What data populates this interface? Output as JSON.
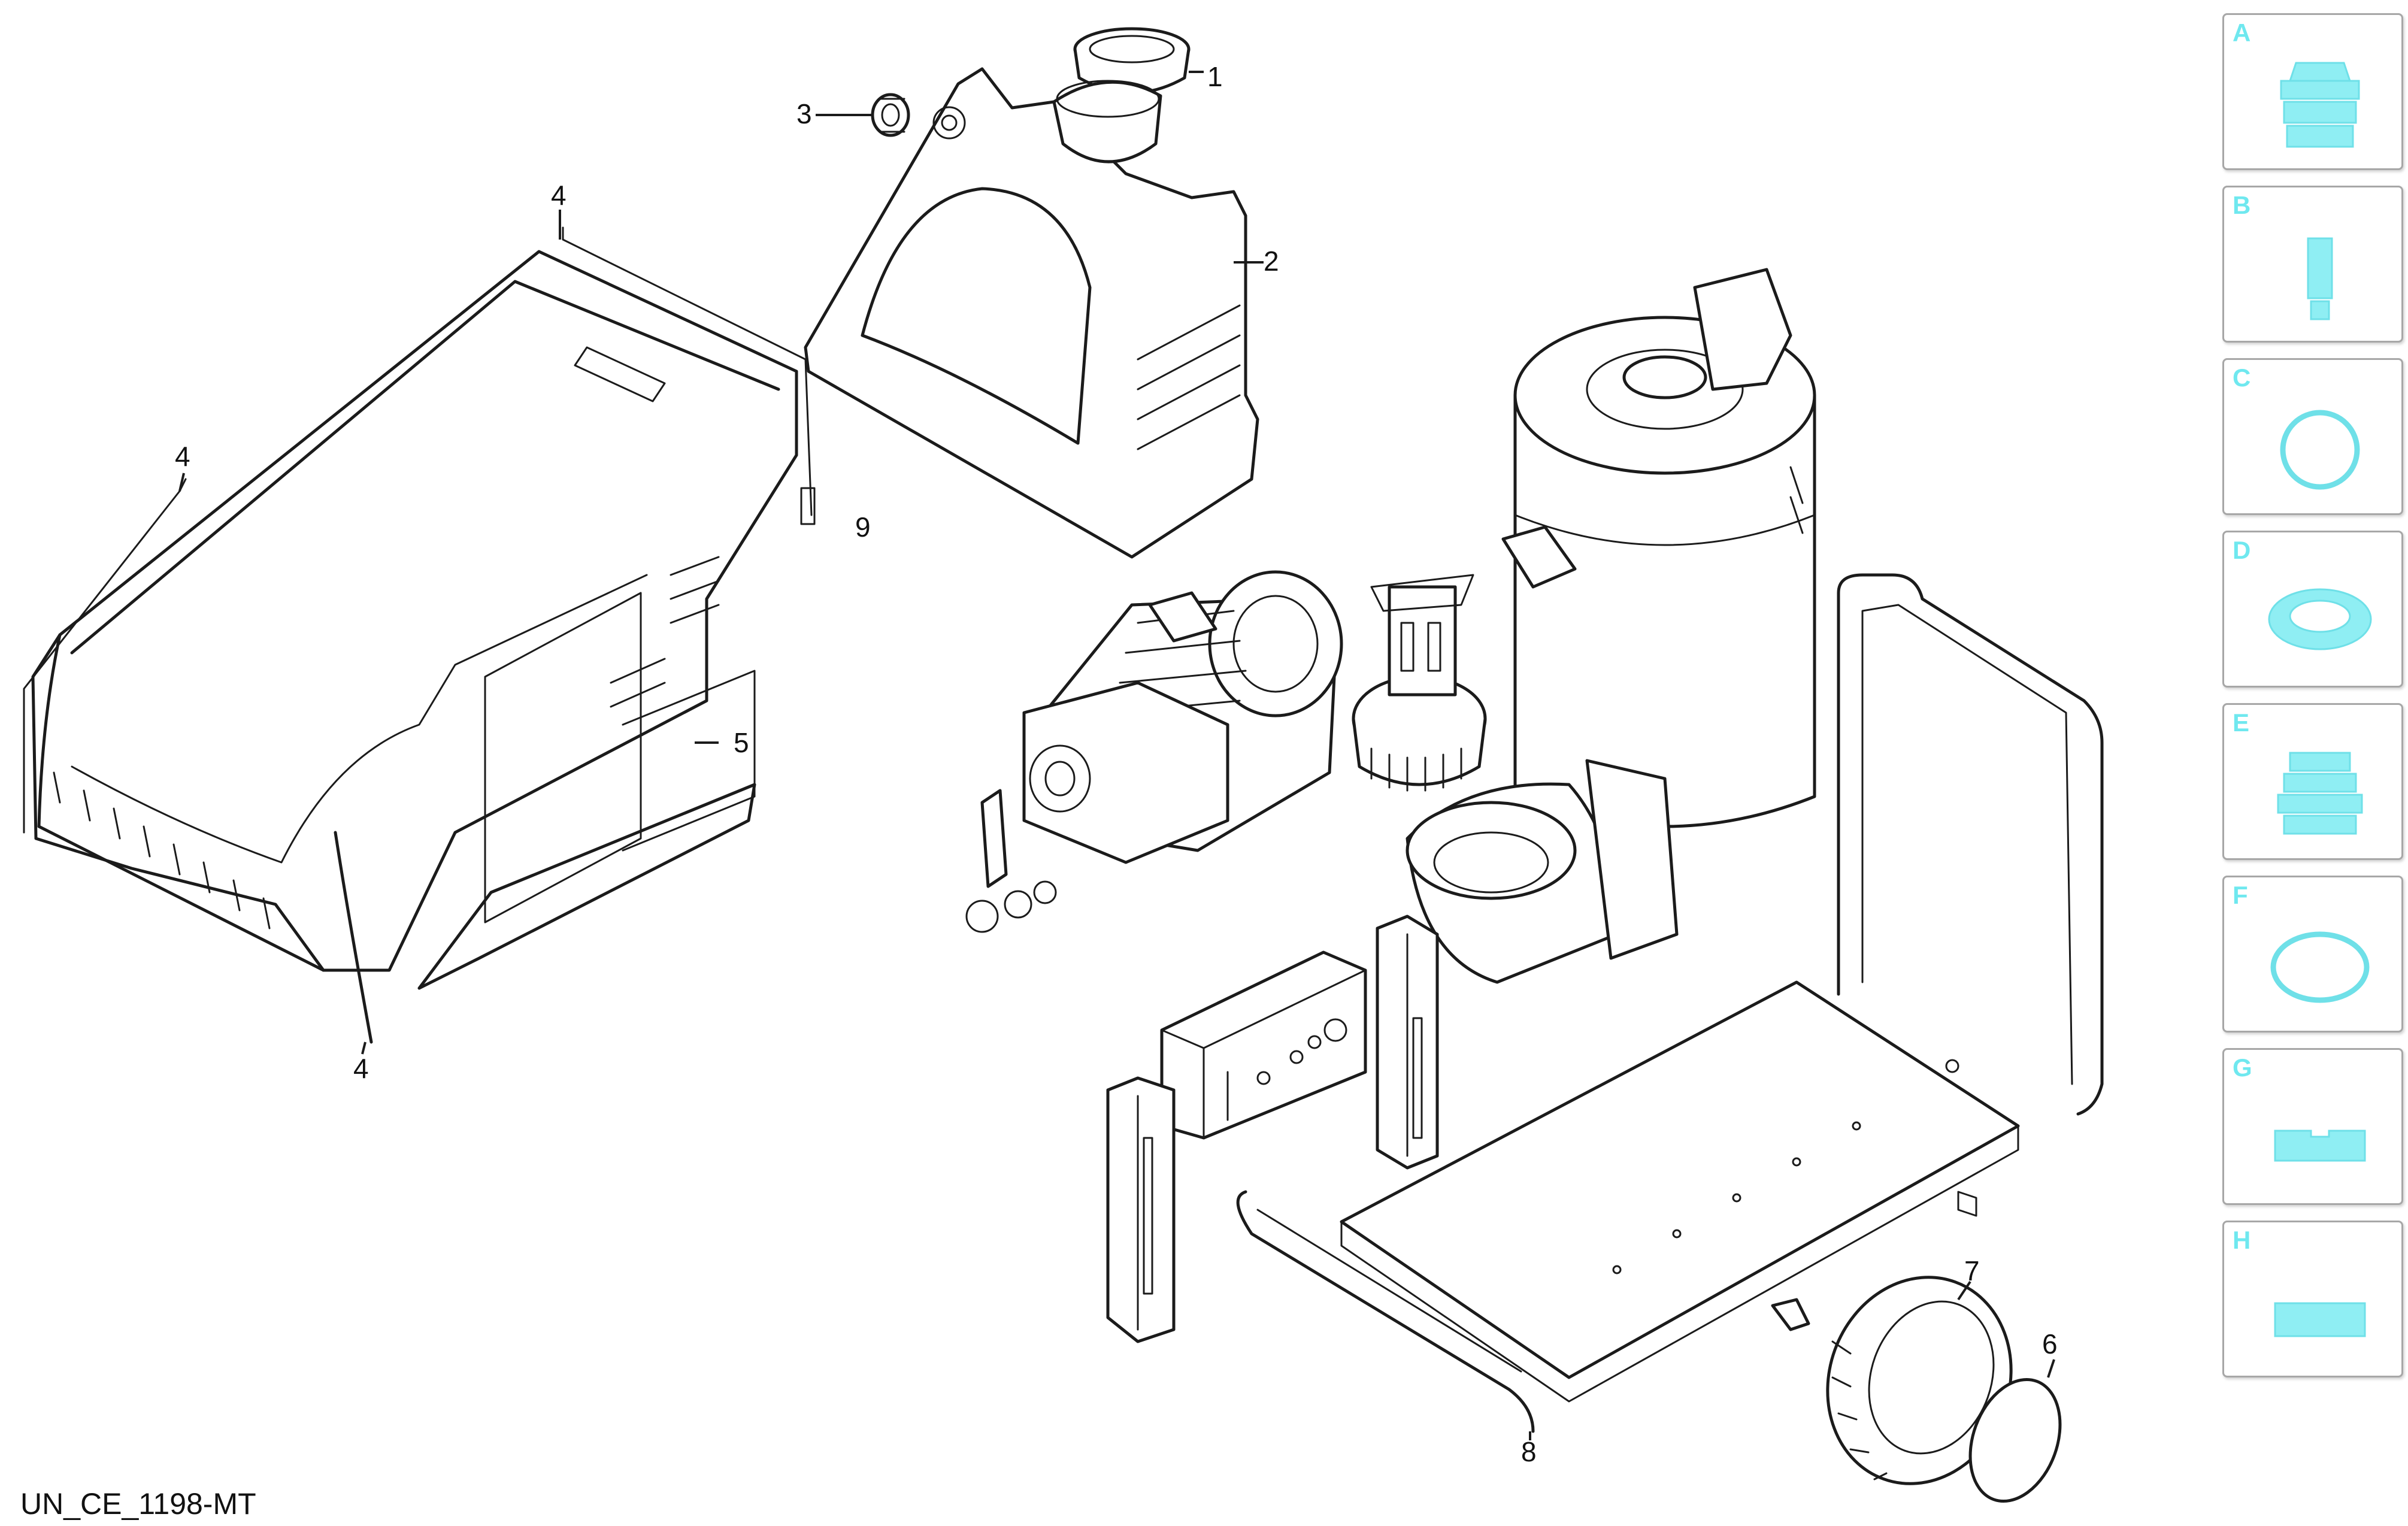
{
  "drawing_code": "UN_CE_1198-MT",
  "callouts": [
    "1",
    "2",
    "3",
    "4",
    "4",
    "4",
    "5",
    "6",
    "7",
    "8",
    "9"
  ],
  "side_panel": {
    "items": [
      {
        "letter": "A",
        "icon": "nozzle-coupling-icon"
      },
      {
        "letter": "B",
        "icon": "fitting-pin-icon"
      },
      {
        "letter": "C",
        "icon": "o-ring-icon"
      },
      {
        "letter": "D",
        "icon": "seal-ring-icon"
      },
      {
        "letter": "E",
        "icon": "stepped-bushing-icon"
      },
      {
        "letter": "F",
        "icon": "gasket-ring-icon"
      },
      {
        "letter": "G",
        "icon": "notched-block-icon"
      },
      {
        "letter": "H",
        "icon": "flat-block-icon"
      }
    ],
    "accent_color": "#6fe0e8"
  }
}
